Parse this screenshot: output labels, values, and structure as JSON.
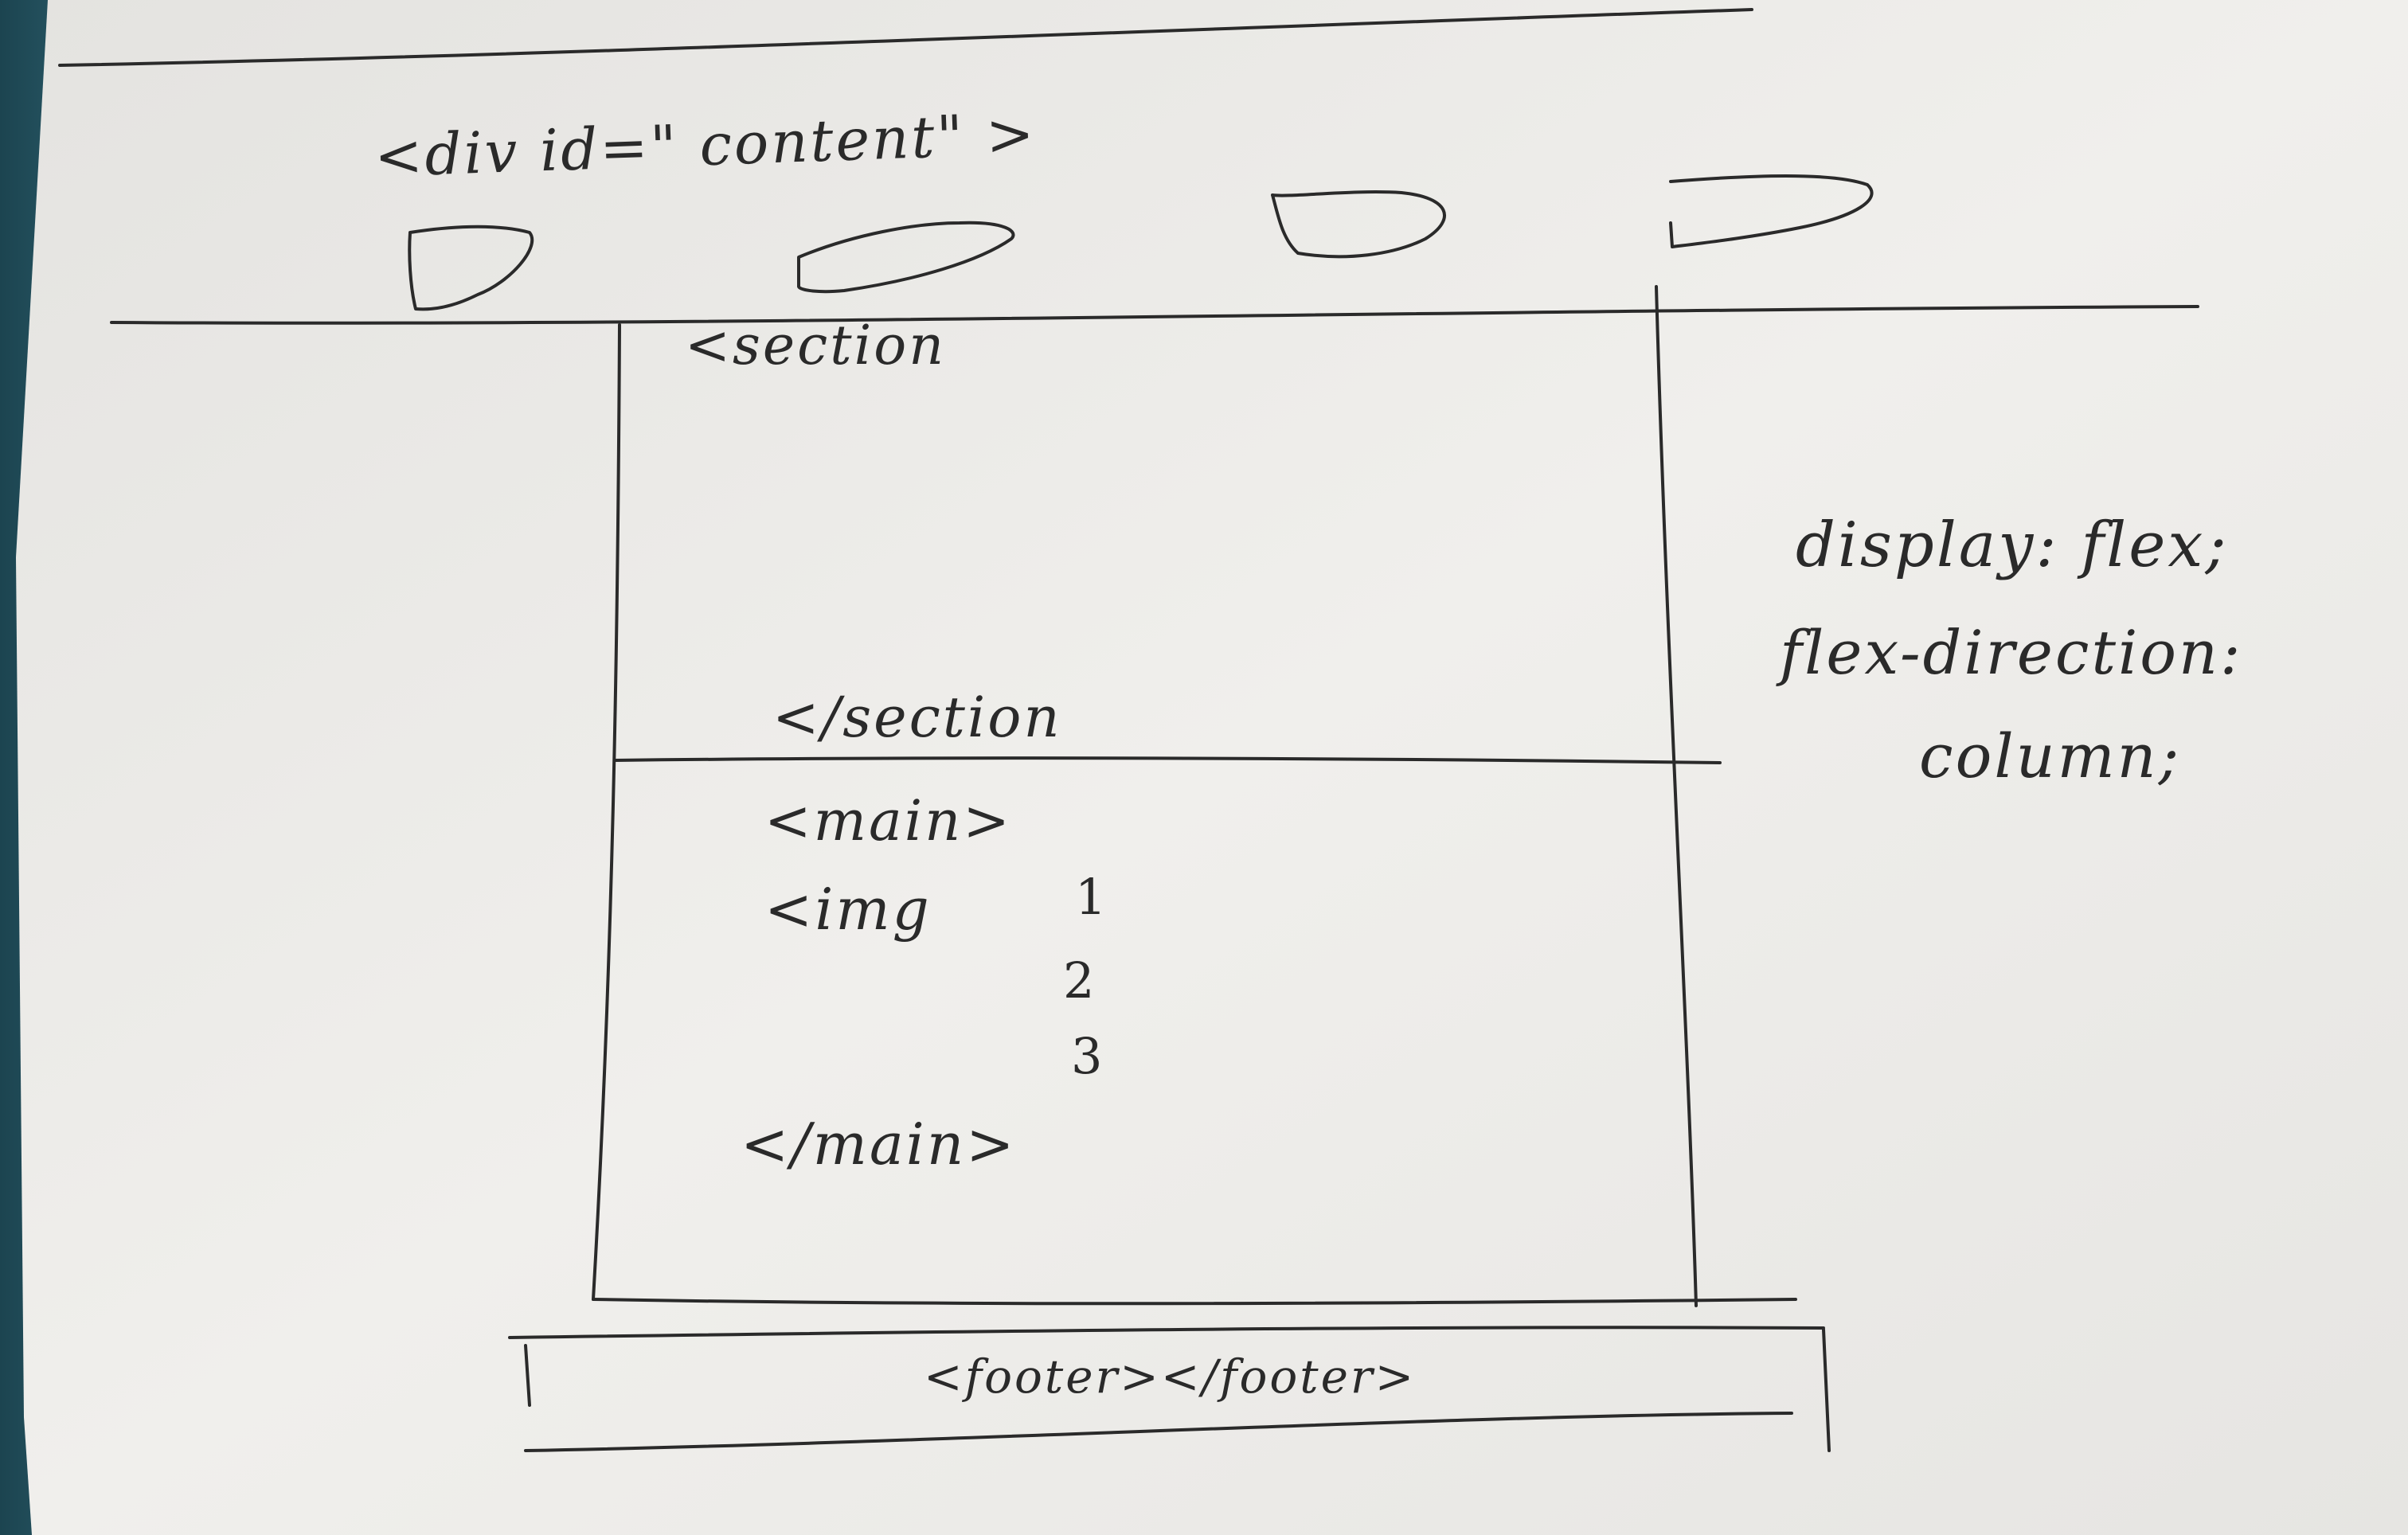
{
  "notes": {
    "div_open": "<div id=\" content\" >",
    "section_open": "<section",
    "section_close": "</section",
    "main_open": "<main>",
    "img": "<img",
    "img_1": "1",
    "img_2": "2",
    "img_3": "3",
    "main_close": "</main>",
    "css_line1": "display: flex;",
    "css_line2": "flex-direction:",
    "css_line3": "column;",
    "footer": "<footer></footer>"
  },
  "colors": {
    "paper": "#ecebe8",
    "ink": "#2a2a2a",
    "background": "#1f4a57"
  }
}
